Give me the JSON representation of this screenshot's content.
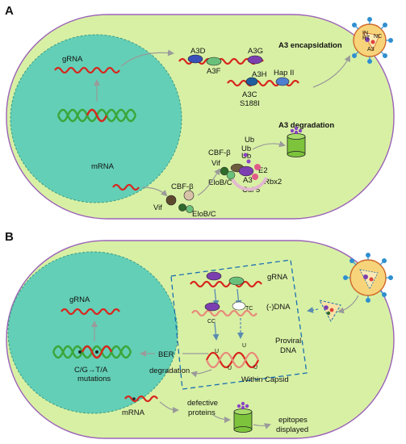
{
  "panel_a": {
    "letter": "A",
    "gRNA": "gRNA",
    "a3d": "A3D",
    "a3f": "A3F",
    "a3g": "A3G",
    "a3h_hap": "A3H",
    "hap_ii": "Hap II",
    "a3c": "A3C",
    "s188i": "S188I",
    "encapsidation": "A3 encapsidation",
    "degradation": "A3 degradation",
    "mrna": "mRNA",
    "cbf_b_lower": "CBF-β",
    "vif_lower": "Vif",
    "elob_c_lower": "EloB/C",
    "ub1": "Ub",
    "ub2": "Ub",
    "ub3": "Ub",
    "cbf_b_complex": "CBF-β",
    "vif_complex": "Vif",
    "e2": "E2",
    "a3_complex": "A3",
    "rbx2": "Rbx2",
    "elob_c_complex": "EloB/C",
    "cul5": "Cul 5",
    "virion_rt": "RT",
    "virion_in": "IN",
    "virion_nc": "NC",
    "virion_a3": "A3"
  },
  "panel_b": {
    "letter": "B",
    "gRNA_nucleus": "gRNA",
    "mutations_line1": "C/G→T/A",
    "mutations_line2": "mutations",
    "ber": "BER",
    "degradation": "degradation",
    "mrna": "mRNA",
    "defective_line1": "defective",
    "defective_line2": "proteins",
    "epitopes_line1": "epitopes",
    "epitopes_line2": "displayed",
    "capsid_gRNA": "gRNA",
    "minus_dna": "(-)DNA",
    "cc": "CC",
    "tc": "TC",
    "proviral_line1": "Proviral",
    "proviral_line2": "DNA",
    "within_capsid": "Within Capsid",
    "u_mark": "U"
  },
  "colors": {
    "cell_fill": "#d8f0a4",
    "cell_stroke": "#9b62b8",
    "nucleus_fill": "#63cfb6",
    "rna_red": "#d7261e",
    "dna_green": "#3aa63a",
    "arrow_gray": "#9a9a9a",
    "capsid_blue": "#1a6fb0",
    "proteasome_green": "#7dc33c",
    "virion_spike": "#2f8fd0"
  }
}
